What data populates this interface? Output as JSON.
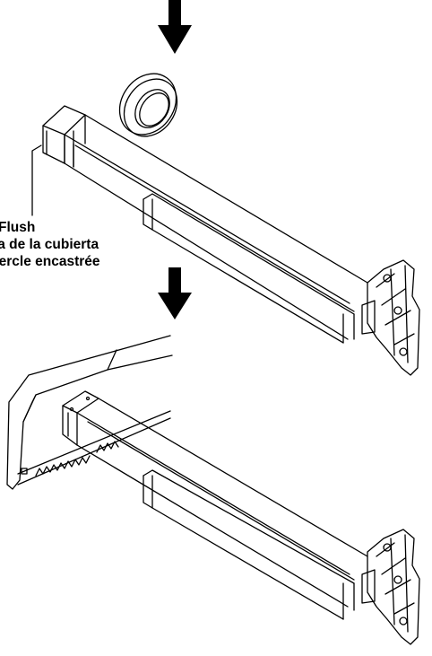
{
  "callout": {
    "line1": "Flush",
    "line2": "aca de la cubierta",
    "line3": "vercle encastrée"
  },
  "icons": {
    "step_arrow": "arrow-down-icon",
    "tape_roll": "tape-roll-icon",
    "saw": "hacksaw-icon"
  },
  "colors": {
    "line": "#000000",
    "background": "#ffffff"
  }
}
